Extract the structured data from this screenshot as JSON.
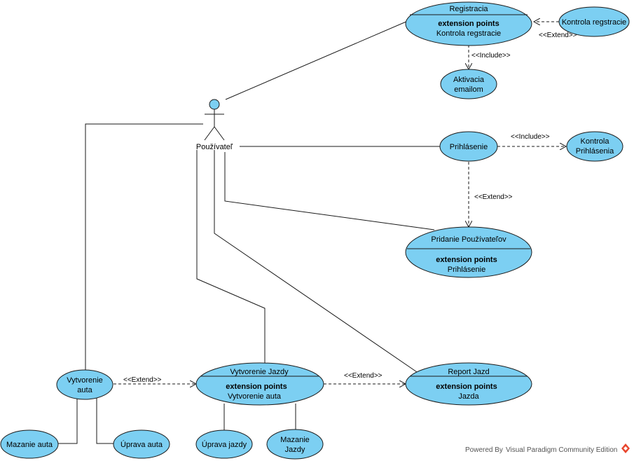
{
  "actor": {
    "name": "Používateľ"
  },
  "use_cases": {
    "registracia": {
      "name": "Registracia",
      "ext_heading": "extension points",
      "ext_point": "Kontrola regstracie"
    },
    "kontrola_regstracie": {
      "name": "Kontrola regstracie"
    },
    "aktivacia": {
      "line1": "Aktivacia",
      "line2": "emailom"
    },
    "prihlasenie": {
      "name": "Prihlásenie"
    },
    "kontrola_prihlasenia": {
      "line1": "Kontrola",
      "line2": "Prihlásenia"
    },
    "pridanie": {
      "name": "Pridanie Používateľov",
      "ext_heading": "extension points",
      "ext_point": "Prihlásenie"
    },
    "vytvorenie_auta": {
      "line1": "Vytvorenie",
      "line2": "auta"
    },
    "vytvorenie_jazdy": {
      "name": "Vytvorenie Jazdy",
      "ext_heading": "extension points",
      "ext_point": "Vytvorenie auta"
    },
    "report_jazd": {
      "name": "Report Jazd",
      "ext_heading": "extension points",
      "ext_point": "Jazda"
    },
    "mazanie_auta": {
      "name": "Mazanie auta"
    },
    "uprava_auta": {
      "name": "Úprava auta"
    },
    "uprava_jazdy": {
      "name": "Úprava jazdy"
    },
    "mazanie_jazdy": {
      "line1": "Mazanie",
      "line2": "Jazdy"
    }
  },
  "stereotypes": {
    "extend_kontrola": "<<Extend>>",
    "include_aktivacia": "<<Include>>",
    "include_prihlasenia": "<<Include>>",
    "extend_pridanie": "<<Extend>>",
    "extend_auta_jazdy": "<<Extend>>",
    "extend_jazdy_report": "<<Extend>>"
  },
  "watermark": {
    "prefix": "Powered By",
    "product": "Visual Paradigm Community Edition"
  }
}
